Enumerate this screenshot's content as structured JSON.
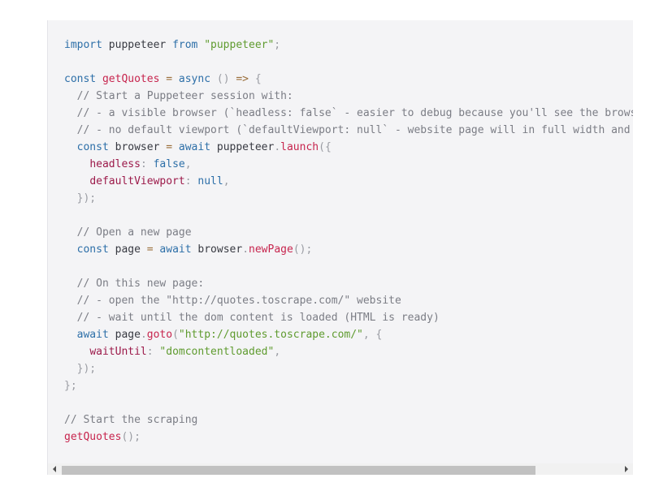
{
  "code": {
    "language": "javascript",
    "lines": [
      [
        [
          "kw",
          "import"
        ],
        [
          "tx",
          " puppeteer "
        ],
        [
          "kw",
          "from"
        ],
        [
          "tx",
          " "
        ],
        [
          "str",
          "\"puppeteer\""
        ],
        [
          "pn",
          ";"
        ]
      ],
      [],
      [
        [
          "kw",
          "const"
        ],
        [
          "tx",
          " "
        ],
        [
          "fn",
          "getQuotes"
        ],
        [
          "tx",
          " "
        ],
        [
          "op",
          "="
        ],
        [
          "tx",
          " "
        ],
        [
          "kw",
          "async"
        ],
        [
          "tx",
          " "
        ],
        [
          "pn",
          "()"
        ],
        [
          "tx",
          " "
        ],
        [
          "op",
          "=>"
        ],
        [
          "tx",
          " "
        ],
        [
          "pn",
          "{"
        ]
      ],
      [
        [
          "tx",
          "  "
        ],
        [
          "cm",
          "// Start a Puppeteer session with:"
        ]
      ],
      [
        [
          "tx",
          "  "
        ],
        [
          "cm",
          "// - a visible browser (`headless: false` - easier to debug because you'll see the browser in action)"
        ]
      ],
      [
        [
          "tx",
          "  "
        ],
        [
          "cm",
          "// - no default viewport (`defaultViewport: null` - website page will in full width and height)"
        ]
      ],
      [
        [
          "tx",
          "  "
        ],
        [
          "kw",
          "const"
        ],
        [
          "tx",
          " browser "
        ],
        [
          "op",
          "="
        ],
        [
          "tx",
          " "
        ],
        [
          "kw",
          "await"
        ],
        [
          "tx",
          " puppeteer"
        ],
        [
          "pn",
          "."
        ],
        [
          "fn",
          "launch"
        ],
        [
          "pn",
          "({"
        ]
      ],
      [
        [
          "tx",
          "    "
        ],
        [
          "key",
          "headless"
        ],
        [
          "pn",
          ":"
        ],
        [
          "tx",
          " "
        ],
        [
          "num",
          "false"
        ],
        [
          "pn",
          ","
        ]
      ],
      [
        [
          "tx",
          "    "
        ],
        [
          "key",
          "defaultViewport"
        ],
        [
          "pn",
          ":"
        ],
        [
          "tx",
          " "
        ],
        [
          "num",
          "null"
        ],
        [
          "pn",
          ","
        ]
      ],
      [
        [
          "tx",
          "  "
        ],
        [
          "pn",
          "});"
        ]
      ],
      [],
      [
        [
          "tx",
          "  "
        ],
        [
          "cm",
          "// Open a new page"
        ]
      ],
      [
        [
          "tx",
          "  "
        ],
        [
          "kw",
          "const"
        ],
        [
          "tx",
          " page "
        ],
        [
          "op",
          "="
        ],
        [
          "tx",
          " "
        ],
        [
          "kw",
          "await"
        ],
        [
          "tx",
          " browser"
        ],
        [
          "pn",
          "."
        ],
        [
          "fn",
          "newPage"
        ],
        [
          "pn",
          "();"
        ]
      ],
      [],
      [
        [
          "tx",
          "  "
        ],
        [
          "cm",
          "// On this new page:"
        ]
      ],
      [
        [
          "tx",
          "  "
        ],
        [
          "cm",
          "// - open the \"http://quotes.toscrape.com/\" website"
        ]
      ],
      [
        [
          "tx",
          "  "
        ],
        [
          "cm",
          "// - wait until the dom content is loaded (HTML is ready)"
        ]
      ],
      [
        [
          "tx",
          "  "
        ],
        [
          "kw",
          "await"
        ],
        [
          "tx",
          " page"
        ],
        [
          "pn",
          "."
        ],
        [
          "fn",
          "goto"
        ],
        [
          "pn",
          "("
        ],
        [
          "str",
          "\"http://quotes.toscrape.com/\""
        ],
        [
          "pn",
          ","
        ],
        [
          "tx",
          " "
        ],
        [
          "pn",
          "{"
        ]
      ],
      [
        [
          "tx",
          "    "
        ],
        [
          "key",
          "waitUntil"
        ],
        [
          "pn",
          ":"
        ],
        [
          "tx",
          " "
        ],
        [
          "str",
          "\"domcontentloaded\""
        ],
        [
          "pn",
          ","
        ]
      ],
      [
        [
          "tx",
          "  "
        ],
        [
          "pn",
          "});"
        ]
      ],
      [
        [
          "pn",
          "};"
        ]
      ],
      [],
      [
        [
          "cm",
          "// Start the scraping"
        ]
      ],
      [
        [
          "fn",
          "getQuotes"
        ],
        [
          "pn",
          "();"
        ]
      ]
    ]
  },
  "scrollbar": {
    "left_arrow_icon": "triangle-left-icon",
    "right_arrow_icon": "triangle-right-icon",
    "thumb_fraction": 0.85
  },
  "colors": {
    "background": "#f4f4f6",
    "keyword": "#2d6fa8",
    "function": "#c7254e",
    "string": "#5f9b2f",
    "comment": "#7b7d85",
    "property": "#9c1a4a"
  }
}
